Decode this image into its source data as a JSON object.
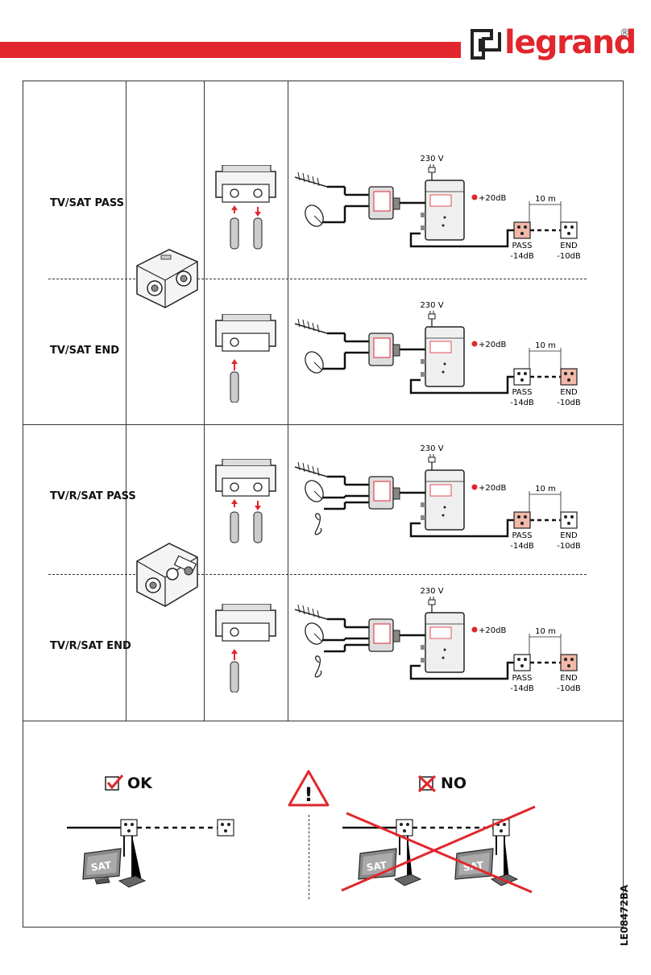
{
  "brand": {
    "name": "legrand",
    "registered": "®"
  },
  "rows": [
    {
      "label": "TV/SAT PASS",
      "voltage": "230 V",
      "gain": "+20dB",
      "distance": "10 m",
      "outlet1_name": "PASS",
      "outlet1_db": "-14dB",
      "outlet2_name": "END",
      "outlet2_db": "-10dB",
      "highlight": "pass"
    },
    {
      "label": "TV/SAT END",
      "voltage": "230 V",
      "gain": "+20dB",
      "distance": "10 m",
      "outlet1_name": "PASS",
      "outlet1_db": "-14dB",
      "outlet2_name": "END",
      "outlet2_db": "-10dB",
      "highlight": "end"
    },
    {
      "label": "TV/R/SAT PASS",
      "voltage": "230 V",
      "gain": "+20dB",
      "distance": "10 m",
      "outlet1_name": "PASS",
      "outlet1_db": "-14dB",
      "outlet2_name": "END",
      "outlet2_db": "-10dB",
      "highlight": "pass"
    },
    {
      "label": "TV/R/SAT END",
      "voltage": "230 V",
      "gain": "+20dB",
      "distance": "10 m",
      "outlet1_name": "PASS",
      "outlet1_db": "-14dB",
      "outlet2_name": "END",
      "outlet2_db": "-10dB",
      "highlight": "end"
    }
  ],
  "bottom": {
    "ok_label": "OK",
    "no_label": "NO",
    "warning_symbol": "!",
    "tv_text": "SAT"
  },
  "doc_ref": "LE08472BA",
  "colors": {
    "brand_red": "#e1262d",
    "pass_fill": "#f2b8a8",
    "end_fill": "#f2b8a8"
  }
}
